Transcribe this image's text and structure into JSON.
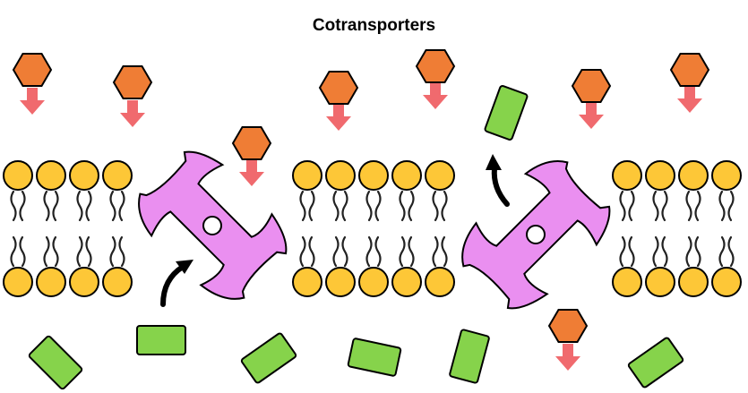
{
  "title": "Cotransporters",
  "colors": {
    "phospholipid_head": "#fdc737",
    "tail": "#222222",
    "protein": "#ea8ff0",
    "solute_hexagon": "#ef7d35",
    "solute_rect": "#86d34b",
    "gradient_arrow": "#f06a6e",
    "outline": "#000000"
  },
  "icons": {
    "hexagon": "orange-hexagon-solute",
    "rectangle": "green-rectangle-solute",
    "down_arrow": "concentration-gradient-arrow",
    "curved_arrow": "movement-direction-arrow",
    "transporter": "cotransporter-protein"
  }
}
